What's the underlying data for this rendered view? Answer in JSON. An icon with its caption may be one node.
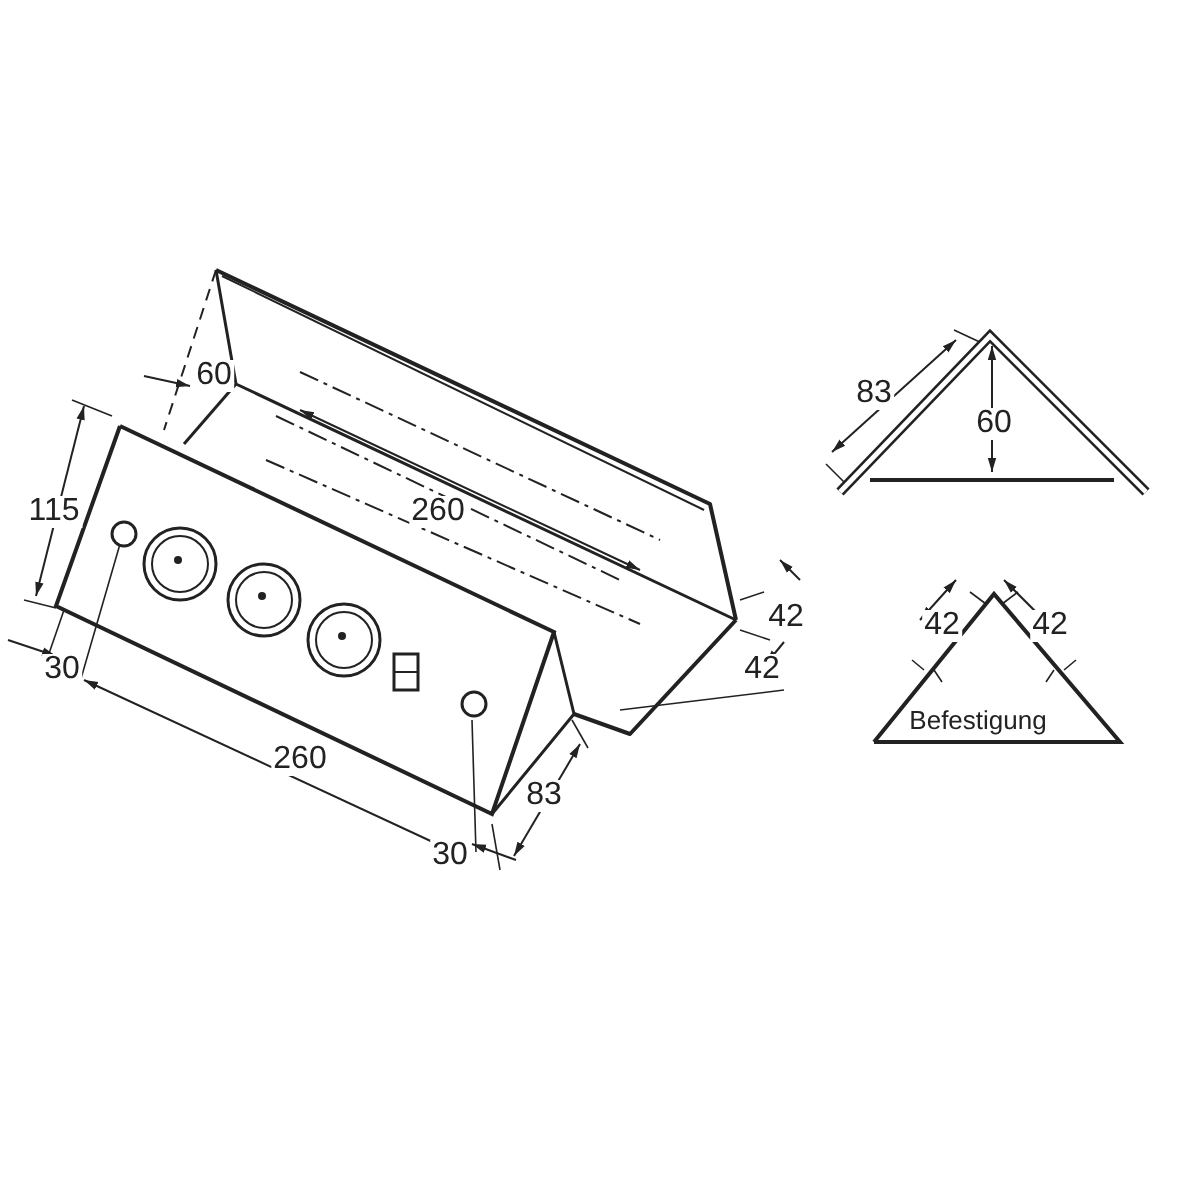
{
  "diagram": {
    "labels": [
      "60",
      "83",
      "60",
      "115",
      "260",
      "42",
      "42",
      "42",
      "30",
      "42",
      "Befestigung",
      "260",
      "83",
      "30"
    ]
  }
}
